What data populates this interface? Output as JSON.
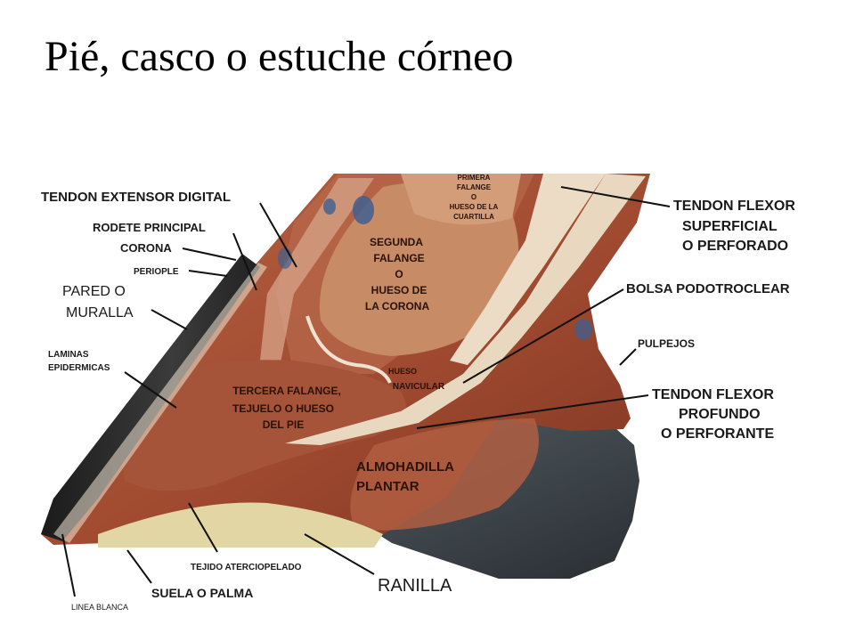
{
  "title": "Pié, casco o estuche córneo",
  "labels": {
    "tendon_extensor": "TENDON EXTENSOR DIGITAL",
    "rodete": "RODETE PRINCIPAL",
    "corona": "CORONA",
    "periople": "PERIOPLE",
    "pared_1": "PARED O",
    "pared_2": "MURALLA",
    "laminas_1": "LAMINAS",
    "laminas_2": "EPIDERMICAS",
    "flexor_sup_1": "TENDON FLEXOR",
    "flexor_sup_2": "SUPERFICIAL",
    "flexor_sup_3": "O PERFORADO",
    "bolsa": "BOLSA PODOTROCLEAR",
    "pulpejos": "PULPEJOS",
    "flexor_prof_1": "TENDON FLEXOR",
    "flexor_prof_2": "PROFUNDO",
    "flexor_prof_3": "O PERFORANTE",
    "almohadilla_1": "ALMOHADILLA",
    "almohadilla_2": "PLANTAR",
    "ranilla": "RANILLA",
    "tejido": "TEJIDO ATERCIOPELADO",
    "suela": "SUELA O PALMA",
    "linea": "LINEA BLANCA",
    "primera_1": "PRIMERA",
    "primera_2": "FALANGE",
    "primera_3": "O",
    "primera_4": "HUESO DE LA",
    "primera_5": "CUARTILLA",
    "segunda_1": "SEGUNDA",
    "segunda_2": "FALANGE",
    "segunda_3": "O",
    "segunda_4": "HUESO DE",
    "segunda_5": "LA CORONA",
    "navicular_1": "HUESO",
    "navicular_2": "NAVICULAR",
    "tercera_1": "TERCERA FALANGE,",
    "tercera_2": "TEJUELO O HUESO",
    "tercera_3": "DEL PIE"
  },
  "colors": {
    "hoof_wall": "#2b2b2b",
    "flesh": "#a24f33",
    "bone": "#c98a64",
    "tendon": "#efe2cf",
    "frog": "#3a3f45",
    "sole": "#e2d6a4",
    "stain_blue": "#3f5f8f"
  }
}
